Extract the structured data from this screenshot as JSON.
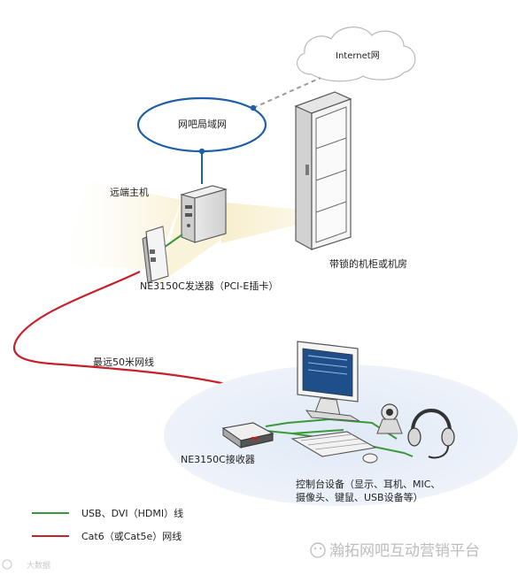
{
  "labels": {
    "internet": "Internet网",
    "lan": "网吧局域网",
    "remote_host": "远端主机",
    "rack": "带锁的机柜或机房",
    "sender": "NE3150C发送器（PCI-E插卡）",
    "cable_length": "最远50米网线",
    "receiver": "NE3150C接收器",
    "console_line1": "控制台设备（显示、耳机、MIC、",
    "console_line2": "摄像头、键鼠、USB设备等）"
  },
  "legend": {
    "usb_line": "USB、DVI（HDMI）线",
    "cat6_line": "Cat6（或Cat5e）网线"
  },
  "watermark": {
    "brand": "瀚拓网吧互动营销平台",
    "corner": "大数据"
  },
  "colors": {
    "green_line": "#3a9a3a",
    "red_line": "#c8202a",
    "network_blue": "#1f5fa8",
    "dashed_gray": "#9a9a9a"
  }
}
